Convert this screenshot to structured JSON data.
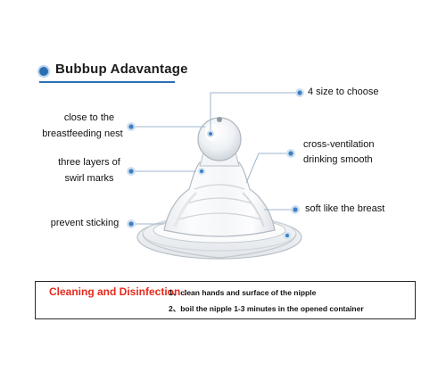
{
  "header": {
    "title": "Bubbup Adavantage",
    "accent_color": "#2b6fb3"
  },
  "features": {
    "size": "4 size to choose",
    "close_line1": "close to the",
    "close_line2": "breastfeeding nest",
    "ventilation_line1": "cross-ventilation",
    "ventilation_line2": "drinking smooth",
    "swirl_line1": "three layers of",
    "swirl_line2": "swirl marks",
    "soft": "soft like the breast",
    "sticking": "prevent sticking"
  },
  "cleaning": {
    "title": "Cleaning and Disinfection :",
    "title_color": "#e8291d",
    "step1": "1、clean hands and surface of the nipple",
    "step2": "2、boil the nipple 1-3 minutes in the opened container"
  },
  "icons": {
    "header_bullet": "bullet-dot-icon",
    "callout_marker": "callout-dot-icon",
    "product": "silicone-nipple-illustration"
  }
}
